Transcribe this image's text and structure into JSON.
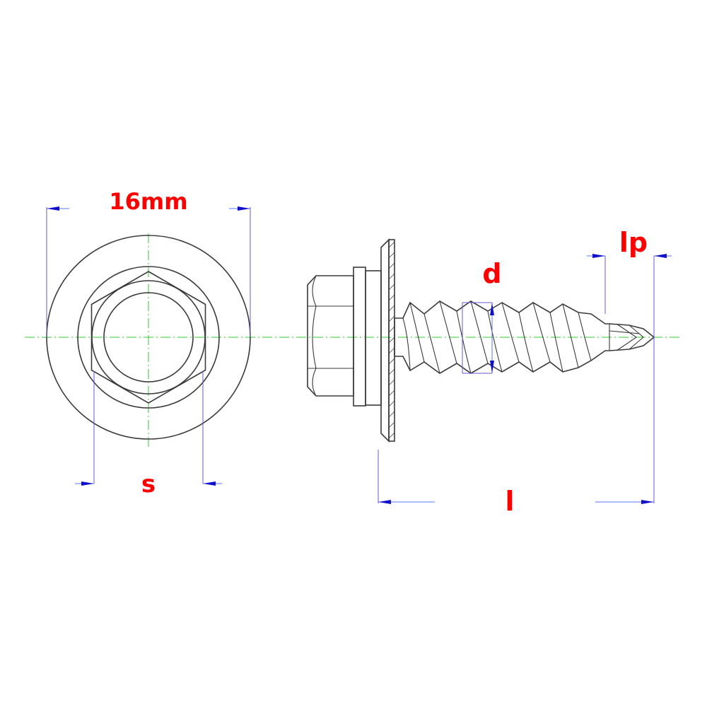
{
  "labels": {
    "washer_diameter": "16mm",
    "across_flats": "s",
    "length": "l",
    "thread_diameter": "d",
    "point_length": "lp"
  },
  "colors": {
    "dimension_text": "#ff0000",
    "outline": "#3a3a3a",
    "center_line": "#33cc33",
    "dimension_line": "#5577ff",
    "arrowhead": "#1010cc"
  }
}
